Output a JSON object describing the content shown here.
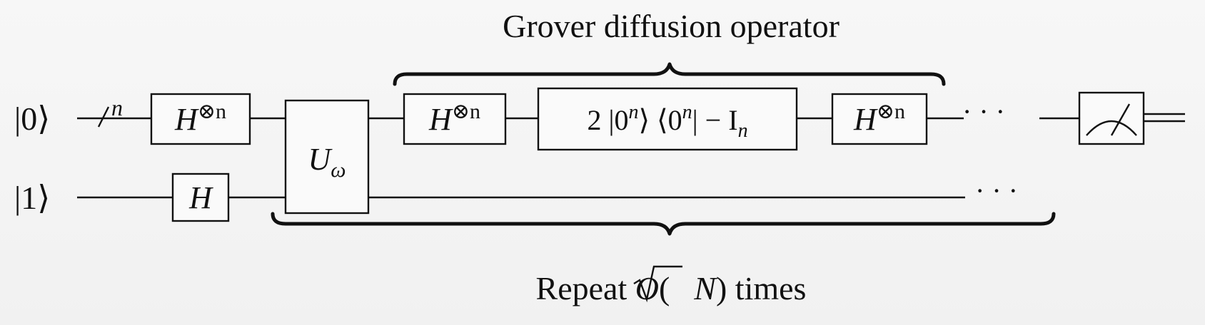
{
  "inputs": {
    "q0": "|0⟩",
    "q1": "|1⟩"
  },
  "register_width": "n",
  "gates": {
    "h_n": {
      "base": "H",
      "sup": "⊗n"
    },
    "h": "H",
    "oracle": {
      "base": "U",
      "sub": "ω"
    },
    "reflection": {
      "prefix": "2 |0",
      "sup1": "n",
      "mid": "⟩ ⟨0",
      "sup2": "n",
      "suffix": "| − I",
      "sub": "n"
    }
  },
  "ellipsis": "· · ·",
  "labels": {
    "diffusion": "Grover diffusion operator",
    "repeat": {
      "prefix": "Repeat ",
      "o": "O",
      "open": "(",
      "n": "N",
      "close": ") times"
    }
  }
}
